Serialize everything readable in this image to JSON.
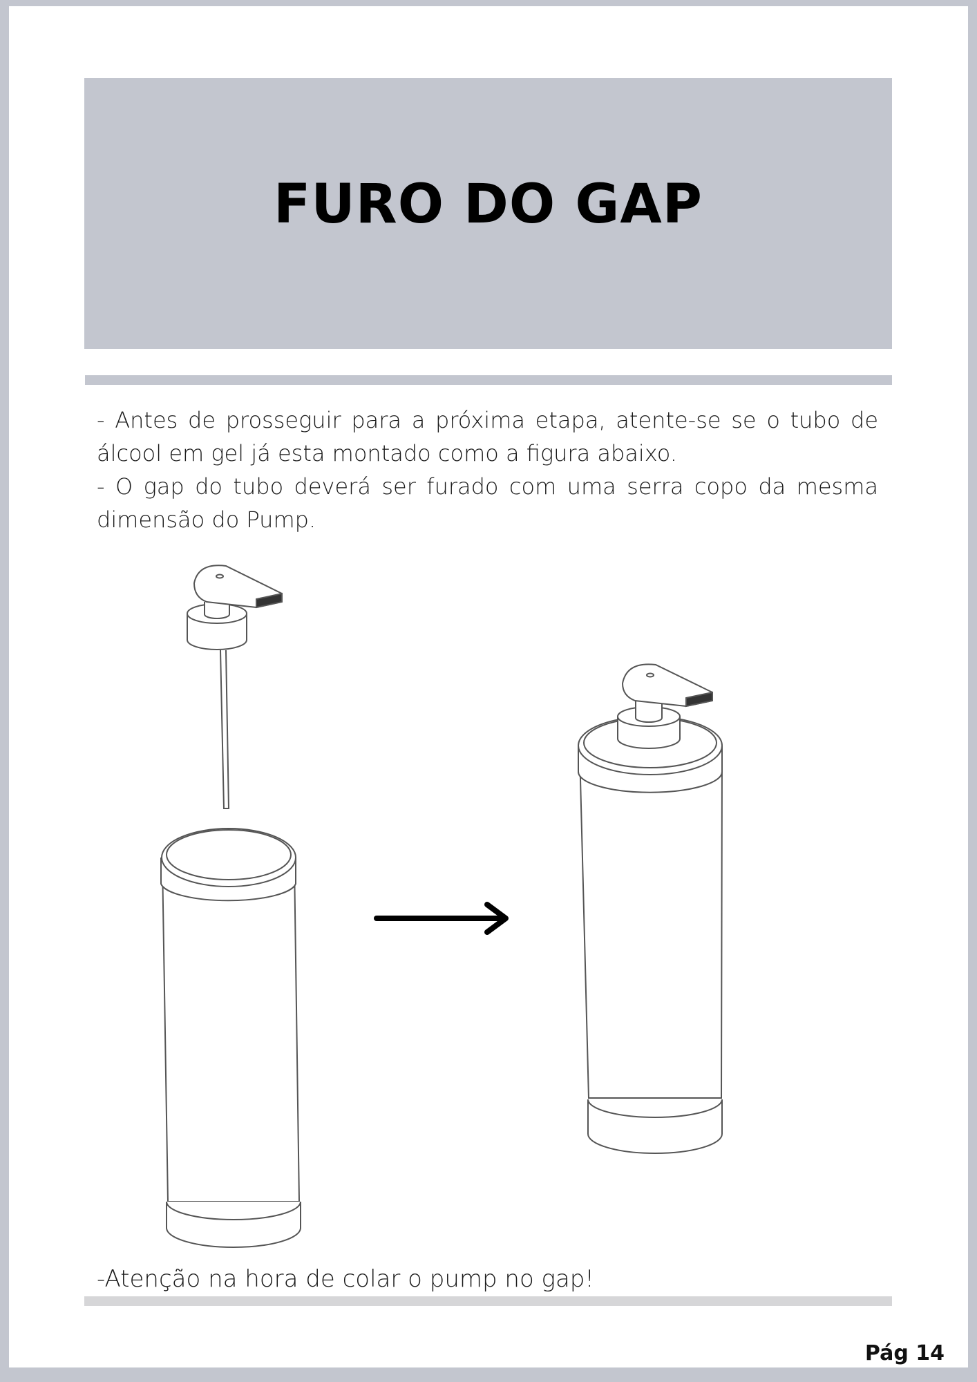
{
  "header": {
    "title": "FURO DO GAP"
  },
  "content": {
    "paragraph_1": "- Antes de prosseguir para a próxima etapa, atente-se se o tubo de álcool em gel já esta montado como a figura abaixo.",
    "paragraph_2": "- O gap do tubo deverá ser furado com uma serra copo da mesma dimensão do Pump.",
    "note": "-Atenção na hora de colar o pump no gap!"
  },
  "footer": {
    "page_number": "Pág 14"
  },
  "colors": {
    "title_box": "#c3c6cf",
    "border": "#c3c6cf",
    "text": "#1a1a1a"
  }
}
